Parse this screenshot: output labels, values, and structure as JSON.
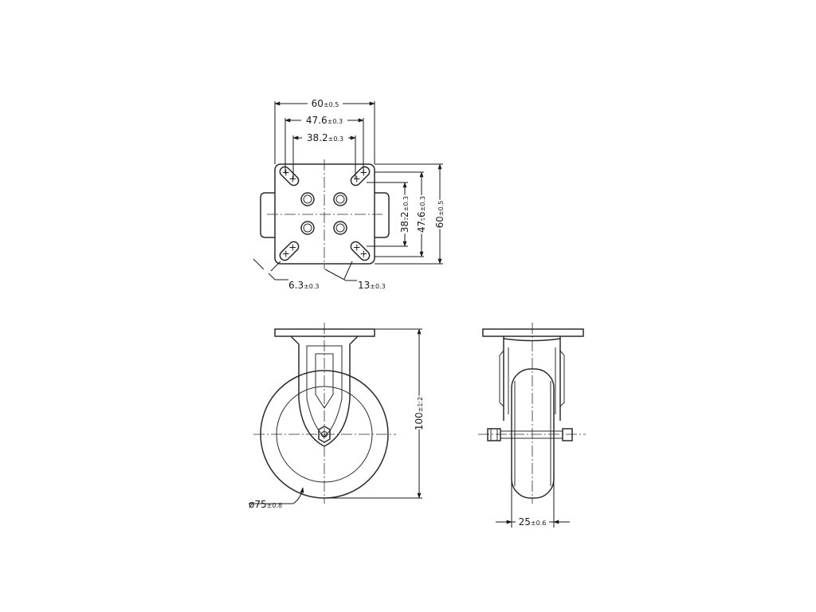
{
  "top_view": {
    "width_overall": {
      "value": "60",
      "tol": "±0.5"
    },
    "width_outer_holes": {
      "value": "47.6",
      "tol": "±0.3"
    },
    "width_inner_holes": {
      "value": "38.2",
      "tol": "±0.3"
    },
    "height_inner_holes": {
      "value": "38.2",
      "tol": "±0.3"
    },
    "height_outer_holes": {
      "value": "47.6",
      "tol": "±0.3"
    },
    "height_overall": {
      "value": "60",
      "tol": "±0.5"
    },
    "slot_width": {
      "value": "6.3",
      "tol": "±0.3"
    },
    "slot_length": {
      "value": "13",
      "tol": "±0.3"
    }
  },
  "front_view": {
    "height": {
      "value": "100",
      "tol": "±1.2"
    },
    "wheel_diameter": {
      "value": "ø75",
      "tol": "±0.8"
    }
  },
  "side_view": {
    "wheel_width": {
      "value": "25",
      "tol": "±0.6"
    }
  }
}
